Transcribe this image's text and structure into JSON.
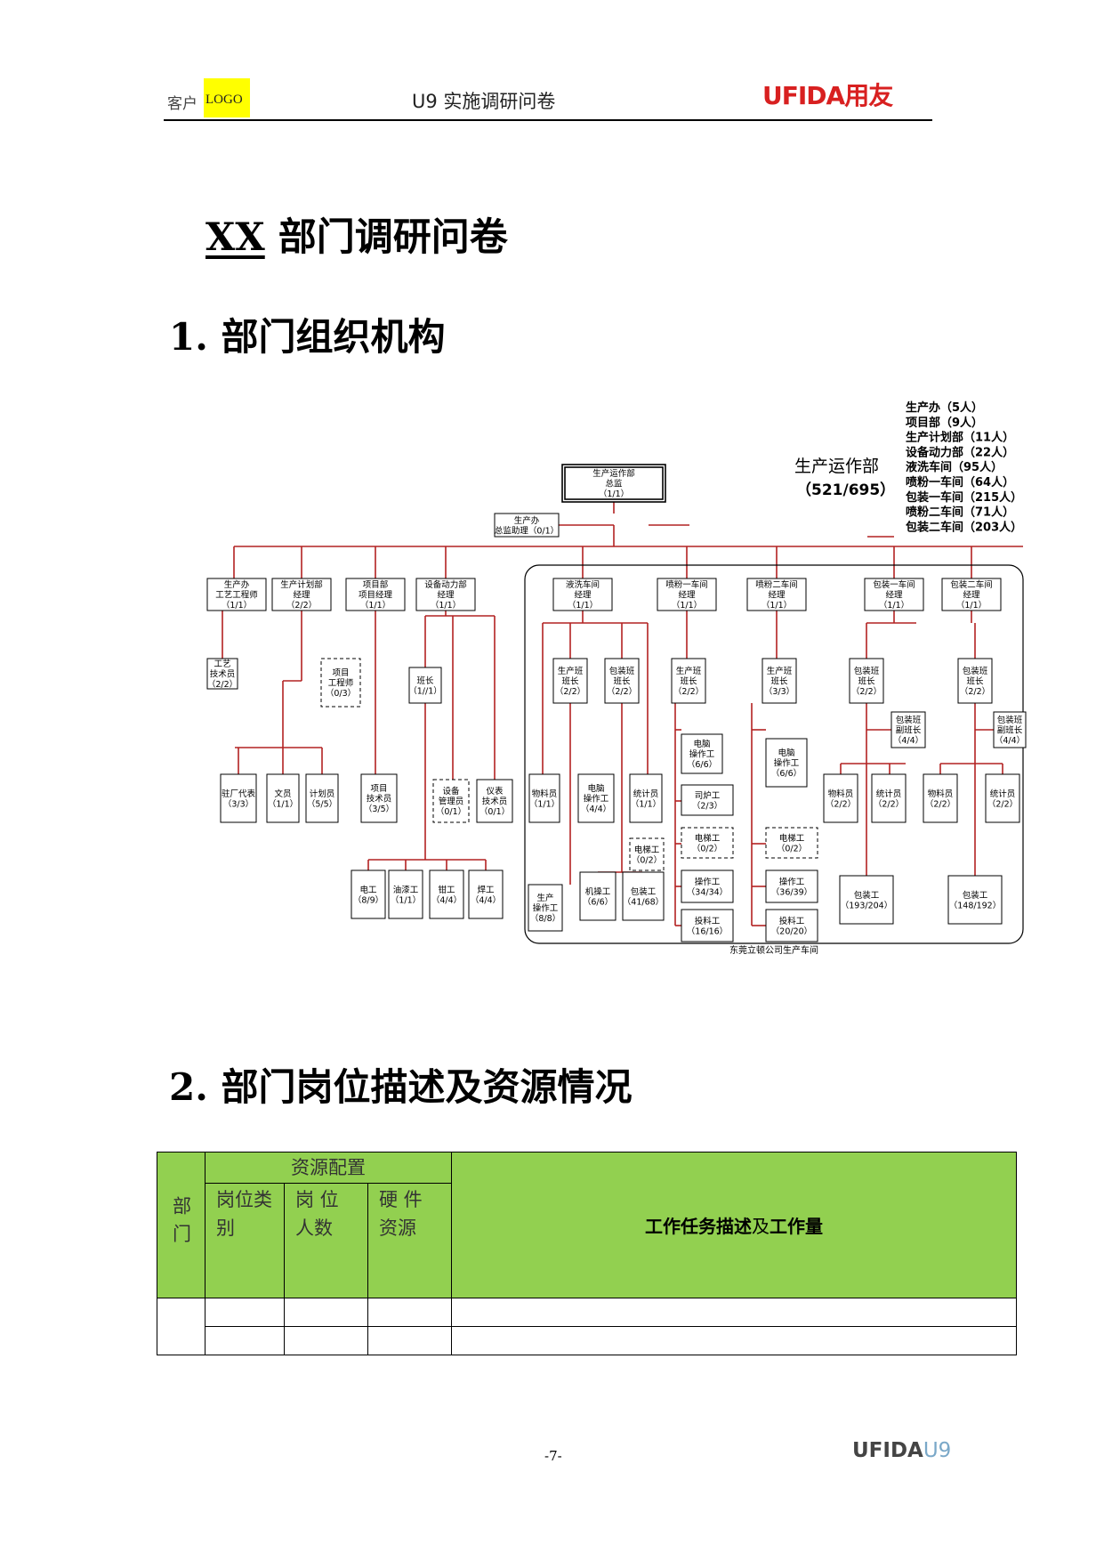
{
  "header": {
    "client_label": "客户",
    "logo_label": "LOGO",
    "title": "U9 实施调研问卷",
    "brand": "UFIDA用友"
  },
  "doc_title_xx": "XX",
  "doc_title_rest": " 部门调研问卷",
  "section1": "1. 部门组织机构",
  "section2": "2. 部门岗位描述及资源情况",
  "org": {
    "summary_title": "生产运作部",
    "summary_total": "（521/695）",
    "summary_list": [
      "生产办（5人）",
      "项目部（9人）",
      "生产计划部（11人）",
      "设备动力部（22人）",
      "液洗车间（95人）",
      "喷粉一车间（64人）",
      "包装一车间（215人）",
      "喷粉二车间（71人）",
      "包装二车间（203人）"
    ],
    "nodes": [
      {
        "id": "top",
        "lines": [
          "生产运作部",
          "总监",
          "（1/1）"
        ]
      },
      {
        "id": "asst",
        "lines": [
          "生产办",
          "总监助理（0/1）"
        ]
      },
      {
        "id": "d1",
        "lines": [
          "生产办",
          "工艺工程师",
          "（1/1）"
        ]
      },
      {
        "id": "d2",
        "lines": [
          "生产计划部",
          "经理",
          "（2/2）"
        ]
      },
      {
        "id": "d3",
        "lines": [
          "项目部",
          "项目经理",
          "（1/1）"
        ]
      },
      {
        "id": "d4",
        "lines": [
          "设备动力部",
          "经理",
          "（1/1）"
        ]
      },
      {
        "id": "d5",
        "lines": [
          "液洗车间",
          "经理",
          "（1/1）"
        ]
      },
      {
        "id": "d6",
        "lines": [
          "喷粉一车间",
          "经理",
          "（1/1）"
        ]
      },
      {
        "id": "d7",
        "lines": [
          "喷粉二车间",
          "经理",
          "（1/1）"
        ]
      },
      {
        "id": "d8",
        "lines": [
          "包装一车间",
          "经理",
          "（1/1）"
        ]
      },
      {
        "id": "d9",
        "lines": [
          "包装二车间",
          "经理",
          "（1/1）"
        ]
      },
      {
        "id": "n1",
        "lines": [
          "工艺",
          "技术员",
          "（2/2）"
        ]
      },
      {
        "id": "n2",
        "lines": [
          "项目",
          "工程师",
          "（0/3）"
        ]
      },
      {
        "id": "n3",
        "lines": [
          "班长",
          "（1//1）"
        ]
      },
      {
        "id": "n4",
        "lines": [
          "生产班",
          "班长",
          "（2/2）"
        ]
      },
      {
        "id": "n5",
        "lines": [
          "包装班",
          "班长",
          "（2/2）"
        ]
      },
      {
        "id": "n6",
        "lines": [
          "生产班",
          "班长",
          "（2/2）"
        ]
      },
      {
        "id": "n7",
        "lines": [
          "生产班",
          "班长",
          "（3/3）"
        ]
      },
      {
        "id": "n8",
        "lines": [
          "包装班",
          "班长",
          "（2/2）"
        ]
      },
      {
        "id": "n9",
        "lines": [
          "包装班",
          "班长",
          "（2/2）"
        ]
      },
      {
        "id": "n10",
        "lines": [
          "包装班",
          "副班长",
          "（4/4）"
        ]
      },
      {
        "id": "n11",
        "lines": [
          "包装班",
          "副班长",
          "（4/4）"
        ]
      },
      {
        "id": "n12",
        "lines": [
          "电脑",
          "操作工",
          "（6/6）"
        ]
      },
      {
        "id": "n13",
        "lines": [
          "电脑",
          "操作工",
          "（6/6）"
        ]
      },
      {
        "id": "n14",
        "lines": [
          "驻厂代表",
          "（3/3）"
        ]
      },
      {
        "id": "n15",
        "lines": [
          "文员",
          "（1/1）"
        ]
      },
      {
        "id": "n16",
        "lines": [
          "计划员",
          "（5/5）"
        ]
      },
      {
        "id": "n17",
        "lines": [
          "项目",
          "技术员",
          "（3/5）"
        ]
      },
      {
        "id": "n18",
        "lines": [
          "设备",
          "管理员",
          "（0/1）"
        ]
      },
      {
        "id": "n19",
        "lines": [
          "仪表",
          "技术员",
          "（0/1）"
        ]
      },
      {
        "id": "n20",
        "lines": [
          "物料员",
          "（1/1）"
        ]
      },
      {
        "id": "n21",
        "lines": [
          "电脑",
          "操作工",
          "（4/4）"
        ]
      },
      {
        "id": "n22",
        "lines": [
          "统计员",
          "（1/1）"
        ]
      },
      {
        "id": "n23",
        "lines": [
          "司炉工",
          "（2/3）"
        ]
      },
      {
        "id": "n24",
        "lines": [
          "电梯工",
          "（0/2）"
        ]
      },
      {
        "id": "n25",
        "lines": [
          "电梯工",
          "（0/2）"
        ]
      },
      {
        "id": "n26",
        "lines": [
          "电梯工",
          "（0/2）"
        ]
      },
      {
        "id": "n27",
        "lines": [
          "物料员",
          "（2/2）"
        ]
      },
      {
        "id": "n28",
        "lines": [
          "统计员",
          "（2/2）"
        ]
      },
      {
        "id": "n29",
        "lines": [
          "物料员",
          "（2/2）"
        ]
      },
      {
        "id": "n30",
        "lines": [
          "统计员",
          "（2/2）"
        ]
      },
      {
        "id": "n31",
        "lines": [
          "操作工",
          "（34/34）"
        ]
      },
      {
        "id": "n32",
        "lines": [
          "操作工",
          "（36/39）"
        ]
      },
      {
        "id": "n33",
        "lines": [
          "投料工",
          "（16/16）"
        ]
      },
      {
        "id": "n34",
        "lines": [
          "投料工",
          "（20/20）"
        ]
      },
      {
        "id": "n35",
        "lines": [
          "电工",
          "（8/9）"
        ]
      },
      {
        "id": "n36",
        "lines": [
          "油漆工",
          "（1/1）"
        ]
      },
      {
        "id": "n37",
        "lines": [
          "钳工",
          "（4/4）"
        ]
      },
      {
        "id": "n38",
        "lines": [
          "焊工",
          "（4/4）"
        ]
      },
      {
        "id": "n39",
        "lines": [
          "生产",
          "操作工",
          "（8/8）"
        ]
      },
      {
        "id": "n40",
        "lines": [
          "机操工",
          "（6/6）"
        ]
      },
      {
        "id": "n41",
        "lines": [
          "包装工",
          "（41/68）"
        ]
      },
      {
        "id": "n42",
        "lines": [
          "包装工",
          "（193/204）"
        ]
      },
      {
        "id": "n43",
        "lines": [
          "包装工",
          "（148/192）"
        ]
      }
    ],
    "caption": "东莞立顿公司生产车间"
  },
  "table": {
    "dept": "部门",
    "resource": "资源配置",
    "col1": "岗位类别",
    "col2": "岗 位 人数",
    "col3": "硬 件 资源",
    "desc_a": "工作任务描述",
    "desc_b": "及",
    "desc_c": "工作量",
    "header_color": "#92d050"
  },
  "footer": {
    "page": "-7-",
    "brand": "UFIDA",
    "brand_suffix": "U9"
  }
}
